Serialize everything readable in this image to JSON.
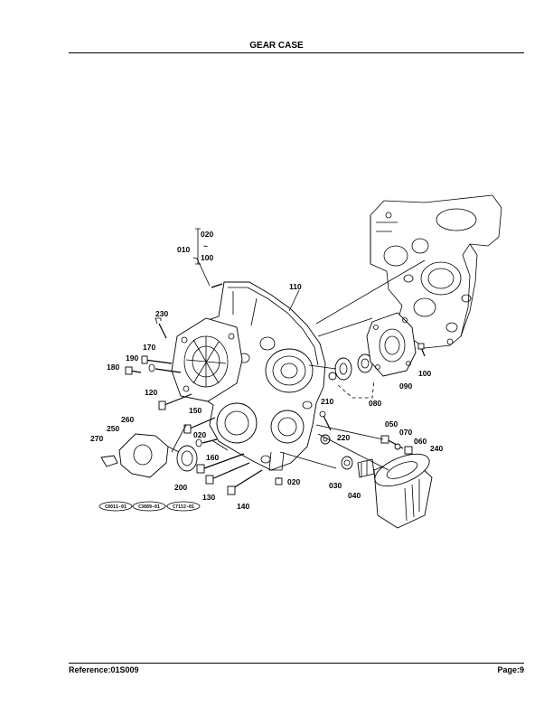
{
  "header": {
    "title": "GEAR CASE"
  },
  "footer": {
    "reference": "Reference:01S009",
    "page": "Page:9"
  },
  "diagram": {
    "bracket": {
      "top": "020",
      "bottom": "100",
      "tilde": "~"
    },
    "labels": {
      "p010": "010",
      "p110": "110",
      "p230": "230",
      "p170": "170",
      "p190": "190",
      "p180": "180",
      "p120": "120",
      "p150": "150",
      "p260": "260",
      "p250": "250",
      "p270": "270",
      "p020a": "020",
      "p160": "160",
      "p200": "200",
      "p130": "130",
      "p140": "140",
      "p020b": "020",
      "p210": "210",
      "p220": "220",
      "p080": "080",
      "p090": "090",
      "p100": "100",
      "p050": "050",
      "p070": "070",
      "p060": "060",
      "p240": "240",
      "p030": "030",
      "p040": "040"
    },
    "refs": [
      "C8011-01",
      "C3089-01",
      "C7152-01"
    ]
  }
}
